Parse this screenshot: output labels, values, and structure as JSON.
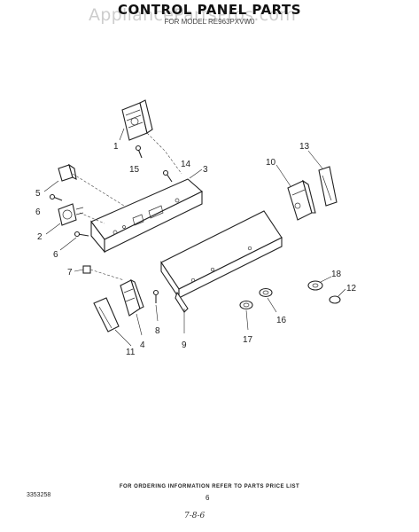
{
  "header": {
    "title": "CONTROL PANEL PARTS",
    "subtitle": "FOR MODEL RE963PXVW0",
    "watermark": "AppliancePartsPros.com"
  },
  "callouts": [
    {
      "id": "c1",
      "label": "1"
    },
    {
      "id": "c2",
      "label": "2"
    },
    {
      "id": "c3",
      "label": "3"
    },
    {
      "id": "c4",
      "label": "4"
    },
    {
      "id": "c5",
      "label": "5"
    },
    {
      "id": "c6a",
      "label": "6"
    },
    {
      "id": "c6b",
      "label": "6"
    },
    {
      "id": "c7",
      "label": "7"
    },
    {
      "id": "c8",
      "label": "8"
    },
    {
      "id": "c9",
      "label": "9"
    },
    {
      "id": "c10",
      "label": "10"
    },
    {
      "id": "c11",
      "label": "11"
    },
    {
      "id": "c12",
      "label": "12"
    },
    {
      "id": "c13",
      "label": "13"
    },
    {
      "id": "c14",
      "label": "14"
    },
    {
      "id": "c15",
      "label": "15"
    },
    {
      "id": "c16",
      "label": "16"
    },
    {
      "id": "c17",
      "label": "17"
    },
    {
      "id": "c18",
      "label": "18"
    }
  ],
  "footer": {
    "ordering_note": "FOR ORDERING INFORMATION REFER TO PARTS PRICE LIST",
    "doc_number": "3353258",
    "page_number": "6",
    "handwritten": "7-8-6"
  }
}
